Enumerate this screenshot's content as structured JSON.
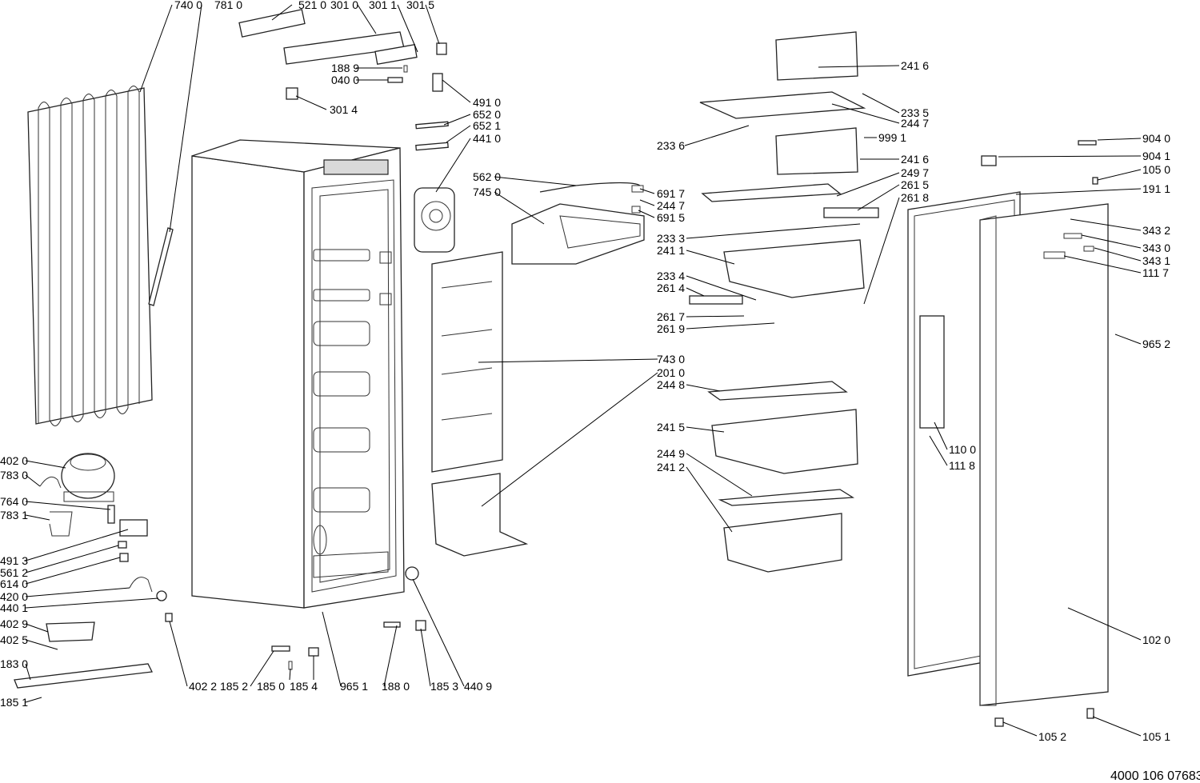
{
  "document_number": "4000 106 07683",
  "labels": [
    "740 0",
    "781 0",
    "521 0",
    "301 0",
    "301 1",
    "301 5",
    "188 9",
    "040 0",
    "301 4",
    "491 0",
    "652 0",
    "652 1",
    "441 0",
    "562 0",
    "745 0",
    "691 7",
    "244 7",
    "691 5",
    "233 3",
    "241 1",
    "233 4",
    "261 4",
    "261 7",
    "261 9",
    "743 0",
    "201 0",
    "244 8",
    "241 5",
    "244 9",
    "241 2",
    "241 6",
    "233 5",
    "244 7",
    "233 6",
    "999 1",
    "241 6",
    "249 7",
    "261 5",
    "261 8",
    "904 0",
    "904 1",
    "105 0",
    "191 1",
    "343 2",
    "343 0",
    "343 1",
    "111 7",
    "965 2",
    "110 0",
    "111 8",
    "102 0",
    "105 2",
    "105 1",
    "402 0",
    "783 0",
    "764 0",
    "783 1",
    "491 3",
    "561 2",
    "614 0",
    "420 0",
    "440 1",
    "402 9",
    "402 5",
    "183 0",
    "185 1",
    "402 2",
    "185 2",
    "185 0",
    "185 4",
    "965 1",
    "188 0",
    "185 3",
    "440 9"
  ]
}
